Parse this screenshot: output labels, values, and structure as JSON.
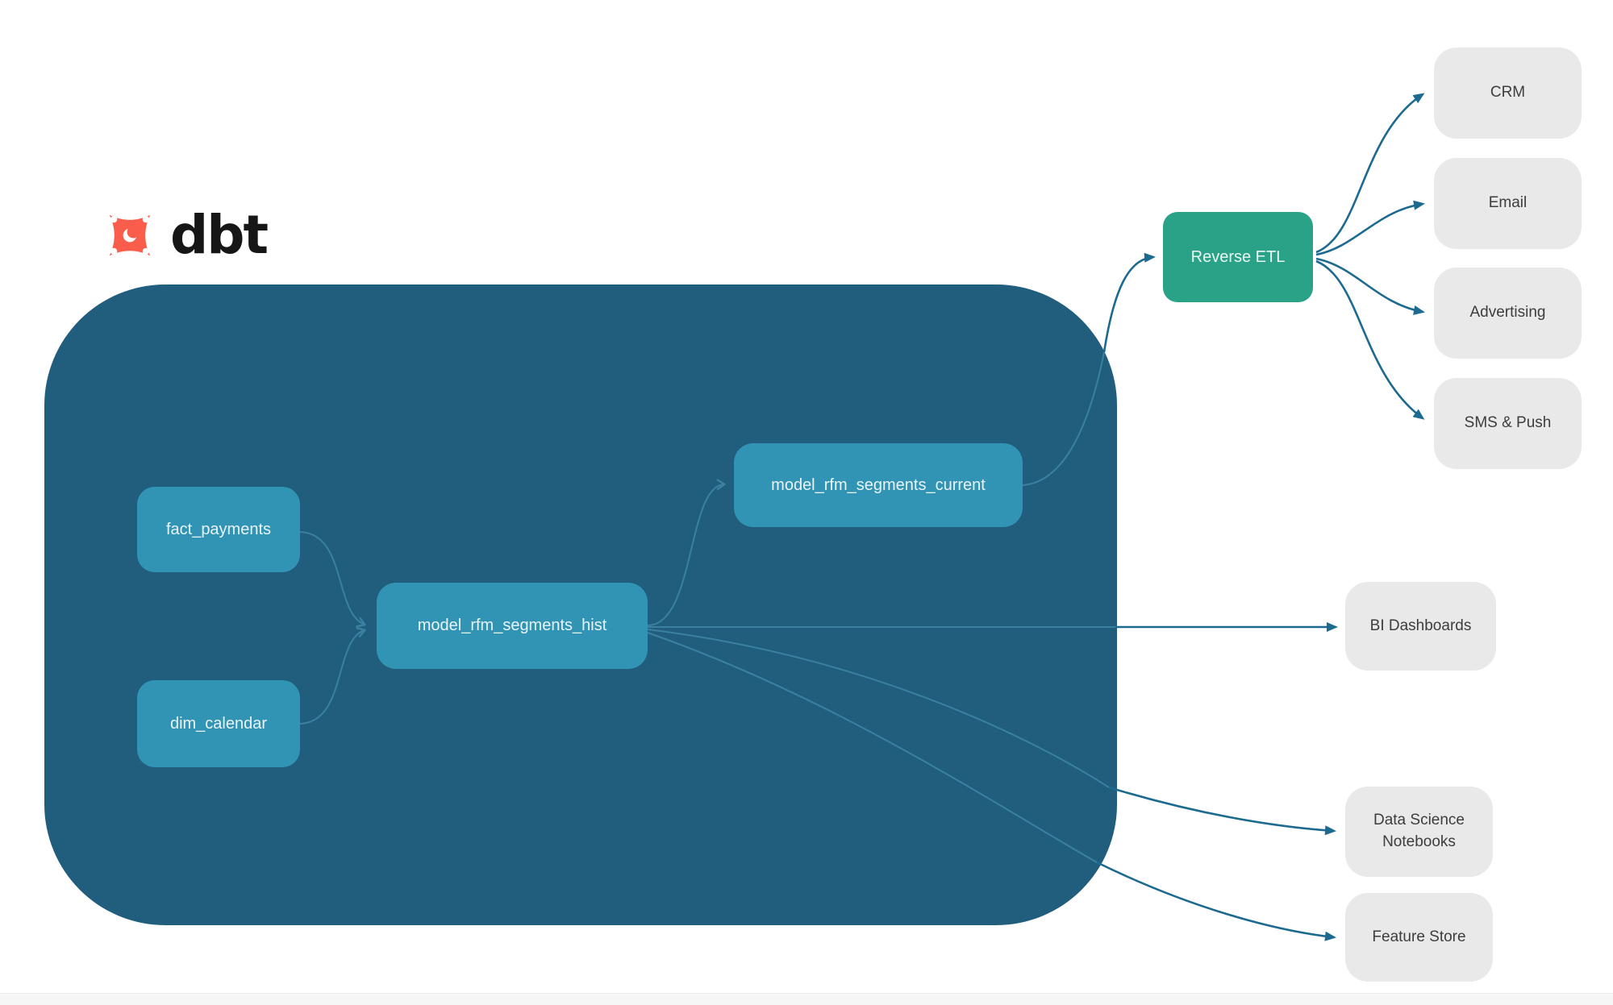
{
  "logo": {
    "brand": "dbt"
  },
  "nodes": {
    "fact_payments": {
      "label": "fact_payments"
    },
    "dim_calendar": {
      "label": "dim_calendar"
    },
    "hist": {
      "label": "model_rfm_segments_hist"
    },
    "current": {
      "label": "model_rfm_segments_current"
    },
    "reverse_etl": {
      "label": "Reverse ETL"
    },
    "crm": {
      "label": "CRM"
    },
    "email": {
      "label": "Email"
    },
    "advertising": {
      "label": "Advertising"
    },
    "sms_push": {
      "label": "SMS & Push"
    },
    "bi_dashboards": {
      "label": "BI Dashboards"
    },
    "ds_notebooks": {
      "label": "Data Science Notebooks"
    },
    "feature_store": {
      "label": "Feature Store"
    }
  },
  "colors": {
    "container": "#215e7e",
    "model_node": "#3294b4",
    "reverse_etl_node": "#2aa287",
    "destination_node": "#e9e9e9",
    "edge_inside": "#3a80a0",
    "edge_outside": "#1c6a8f",
    "brand_orange": "#fa5d4c",
    "wordmark": "#161616"
  }
}
